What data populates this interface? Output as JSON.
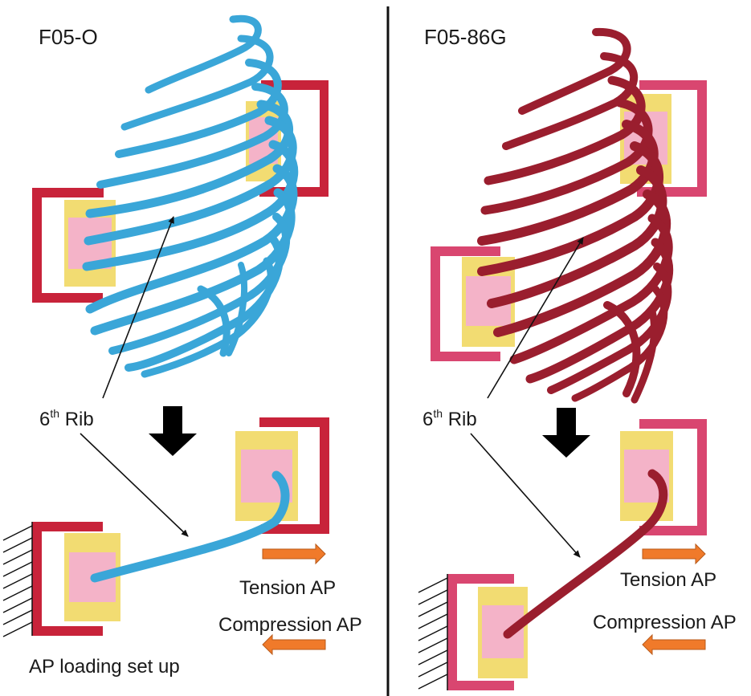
{
  "left_panel": {
    "specimen_label": "F05-O",
    "rib_label_main": "6",
    "rib_label_sup": "th",
    "rib_label_word": " Rib",
    "tension_label": "Tension AP",
    "compression_label": "Compression AP",
    "setup_label": "AP loading set up",
    "rib_color": "#3aa6d8",
    "clamp_color": "#c8233a"
  },
  "right_panel": {
    "specimen_label": "F05-86G",
    "rib_label_main": "6",
    "rib_label_sup": "th",
    "rib_label_word": " Rib",
    "tension_label": "Tension AP",
    "compression_label": "Compression AP",
    "rib_color": "#9a1e2e",
    "clamp_color": "#d94670"
  },
  "colors": {
    "grip_yellow": "#f2dc72",
    "grip_pink": "#f4b3c8",
    "arrow_orange": "#f07a2a"
  }
}
